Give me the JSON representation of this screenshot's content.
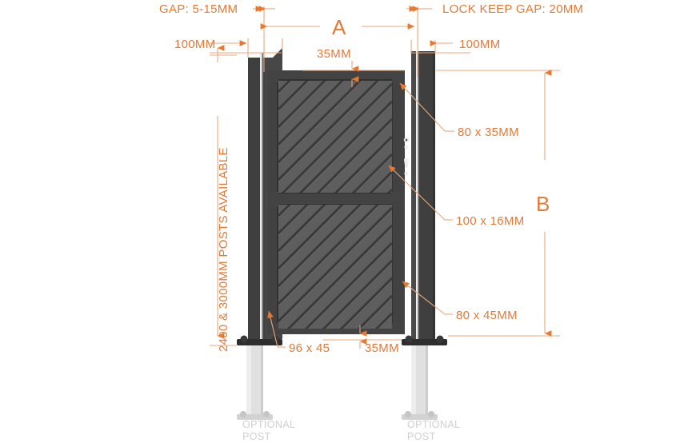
{
  "drawing": {
    "title": "Metal Pedestrian Gate Technical Dimension Drawing",
    "accent_color": "#e8782d",
    "dim_line_color": "#e8a87c",
    "ghost_color": "#cfcfcf",
    "frame_color": "#3f3f3f",
    "infill_color": "#5e5e5e",
    "post_color": "#3d3d3d",
    "optional_post_color": "#d9d9d9"
  },
  "annotations": {
    "gap_top_left": "GAP: 5-15MM",
    "lock_keep_gap": "LOCK KEEP GAP: 20MM",
    "post_width_left": "100MM",
    "post_width_right": "100MM",
    "width_label": "A",
    "height_label": "B",
    "top_rail": "35MM",
    "bottom_rail": "35MM",
    "stile_top": "80 x 35MM",
    "infill_board": "100 x 16MM",
    "stile_bottom": "80 x 45MM",
    "bottom_member": "96 x 45",
    "posts_available": "2400 & 3000MM POSTS AVAILABLE",
    "optional_post_left_line1": "OPTIONAL",
    "optional_post_left_line2": "POST",
    "optional_post_right_line1": "OPTIONAL",
    "optional_post_right_line2": "POST"
  }
}
